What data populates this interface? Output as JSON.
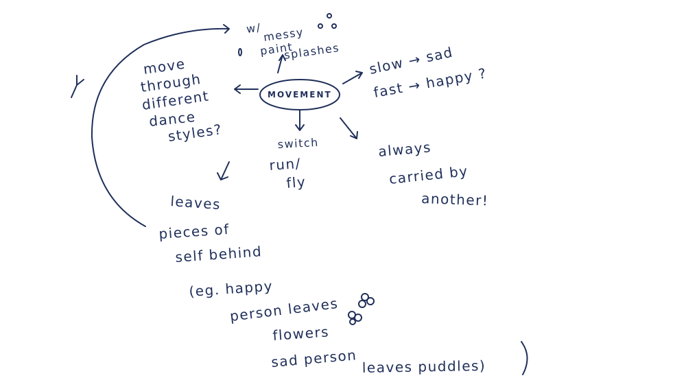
{
  "ink_color": "#1f2f5a",
  "center": {
    "label": "MOVEMENT"
  },
  "branches": {
    "top": [
      "w/",
      "messy",
      "paint",
      "splashes"
    ],
    "top_right": [
      "slow → sad",
      "fast → happy ?"
    ],
    "left": [
      "move",
      "through",
      "different",
      "dance",
      "styles?"
    ],
    "bottom": [
      "switch",
      "run/",
      "fly"
    ],
    "right": [
      "always",
      "carried by",
      "another!"
    ],
    "trail": [
      "leaves",
      "pieces of",
      "self behind",
      "(eg. happy",
      "person leaves",
      "flowers",
      "sad person",
      "leaves puddles)"
    ]
  },
  "asterisk_mark": "*"
}
